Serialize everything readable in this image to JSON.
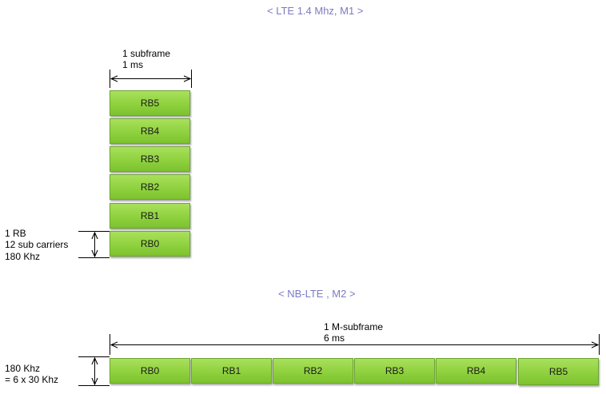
{
  "m1": {
    "title": "< LTE 1.4 Mhz, M1 >",
    "subframe_label_line1": "1 subframe",
    "subframe_label_line2": "1 ms",
    "rb_label_line1": "1 RB",
    "rb_label_line2": "12 sub carriers",
    "rb_label_line3": "180 Khz",
    "blocks": [
      "RB5",
      "RB4",
      "RB3",
      "RB2",
      "RB1",
      "RB0"
    ]
  },
  "m2": {
    "title": "< NB-LTE , M2 >",
    "subframe_label_line1": "1 M-subframe",
    "subframe_label_line2": "6 ms",
    "bw_label_line1": "180 Khz",
    "bw_label_line2": "= 6 x 30 Khz",
    "blocks": [
      "RB0",
      "RB1",
      "RB2",
      "RB3",
      "RB4",
      "RB5"
    ]
  },
  "colors": {
    "title": "#7b7bc4",
    "block_fill": "#8fd13f",
    "block_border": "#6ea534"
  }
}
